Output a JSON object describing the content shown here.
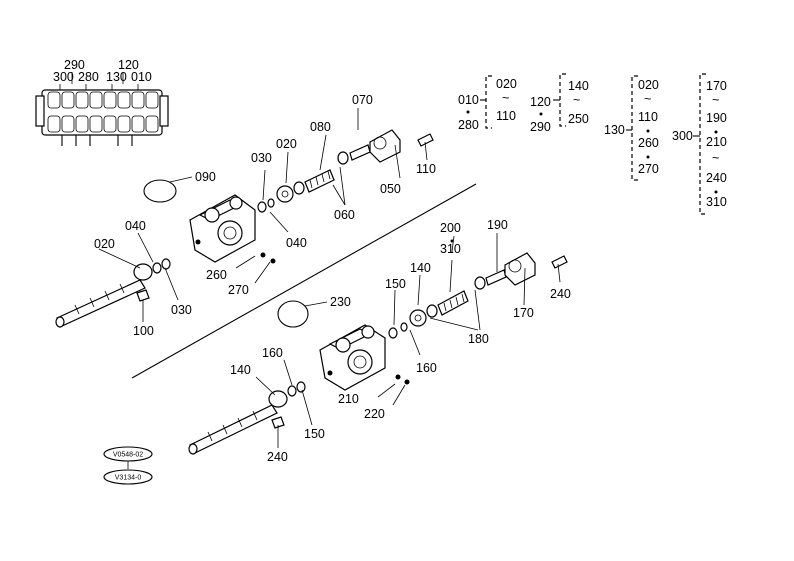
{
  "top_overview_labels": [
    "290",
    "120",
    "300",
    "280",
    "130",
    "010"
  ],
  "callouts_upper": [
    "070",
    "080",
    "020",
    "030",
    "090",
    "040",
    "060",
    "050",
    "110",
    "020",
    "040",
    "260",
    "270",
    "030",
    "100"
  ],
  "callouts_lower": [
    "200",
    "310",
    "190",
    "150",
    "140",
    "230",
    "180",
    "160",
    "170",
    "240",
    "160",
    "140",
    "150",
    "210",
    "220",
    "240"
  ],
  "group_010": {
    "code": "010",
    "alt": "280",
    "range_start": "020",
    "tilde": "~",
    "range_end": "110"
  },
  "group_120": {
    "code": "120",
    "alt": "290",
    "range_start": "140",
    "tilde": "~",
    "range_end": "250"
  },
  "group_130": {
    "code": "130",
    "items": [
      "020",
      "~",
      "110",
      "260",
      "270"
    ]
  },
  "group_300": {
    "code": "300",
    "items": [
      "170",
      "~",
      "190",
      "210",
      "~",
      "240",
      "310"
    ]
  },
  "badges": [
    "V0548-02",
    "V3134-0"
  ]
}
